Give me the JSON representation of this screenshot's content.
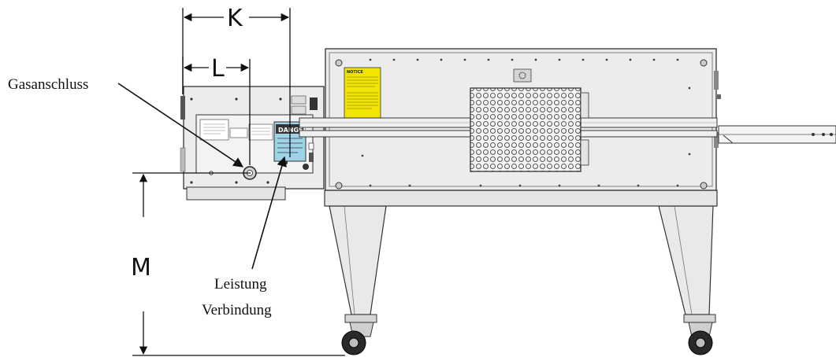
{
  "labels": {
    "gas_connection": "Gasanschluss",
    "power_line1": "Leistung",
    "power_line2": "Verbindung",
    "dim_k": "K",
    "dim_l": "L",
    "dim_m": "M"
  },
  "decals": {
    "danger": "DANGER",
    "notice": "NOTICE"
  },
  "colors": {
    "line": "#111111",
    "panel": "#ececec",
    "panel_stroke": "#333333",
    "warning_yellow": "#f2e600",
    "danger_blue": "#9fd3e8"
  }
}
